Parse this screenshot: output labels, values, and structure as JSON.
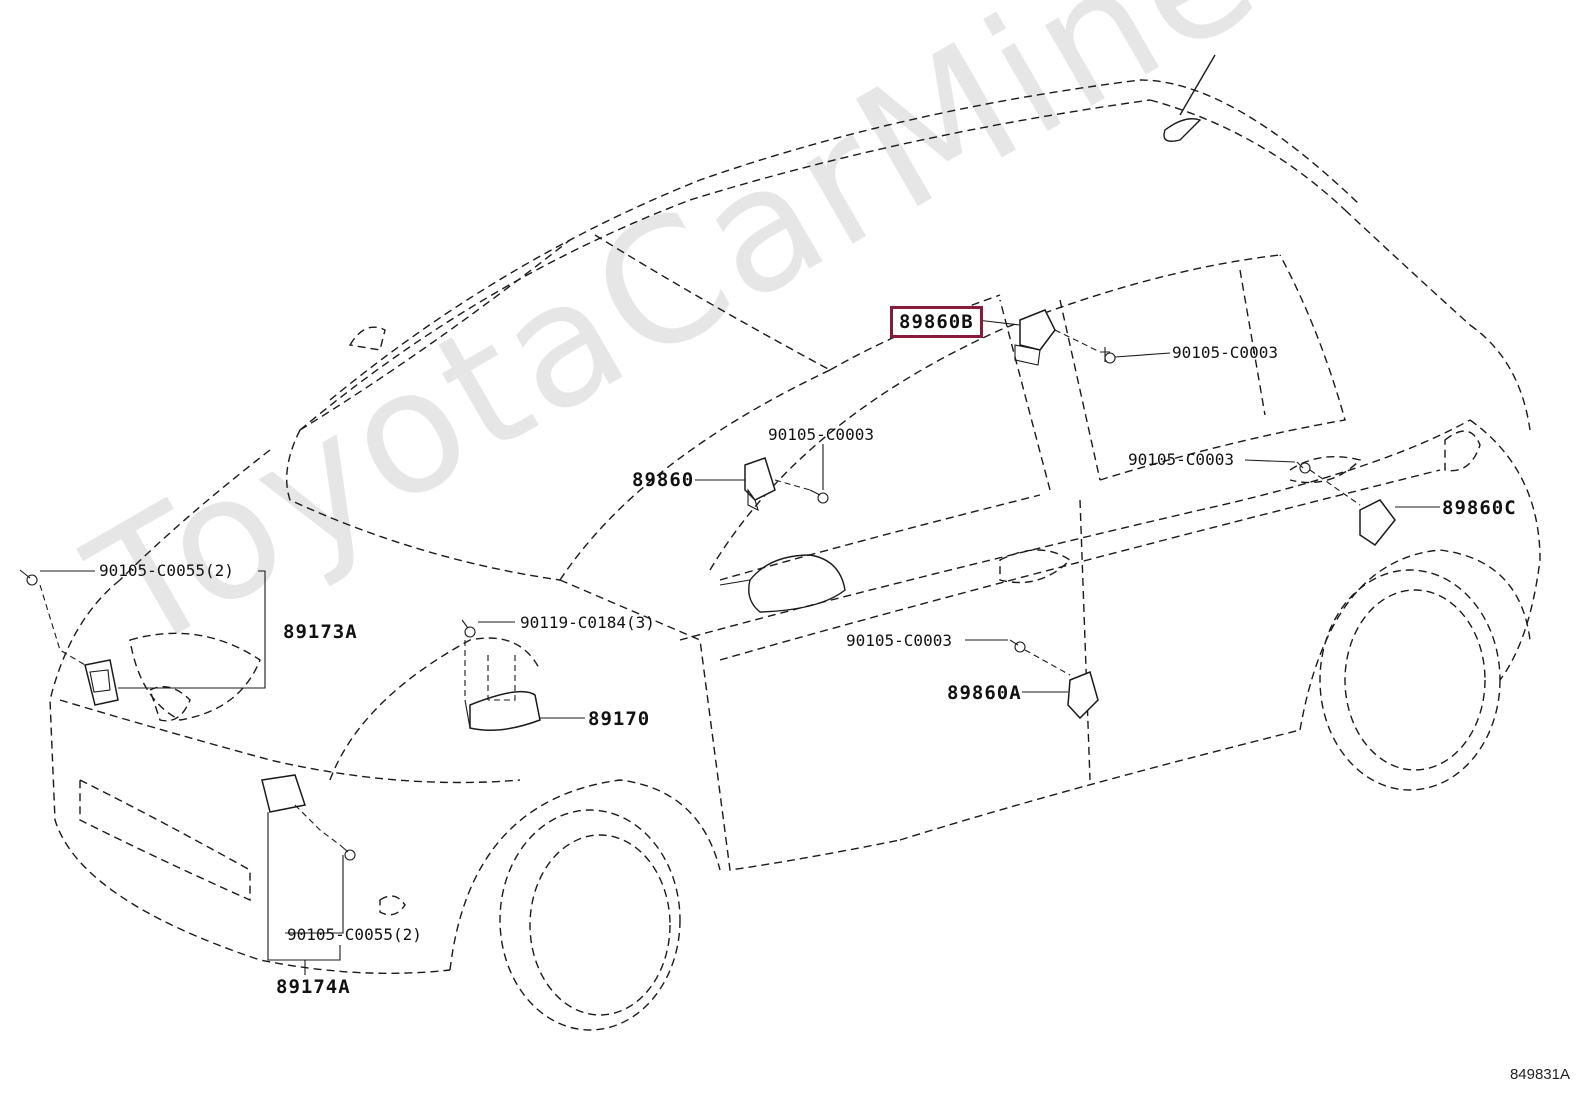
{
  "watermark": "ToyotaCarMine.ru",
  "figure_number": "849831A",
  "callouts": {
    "c_89860B": "89860B",
    "c_90105_C0003_a": "90105-C0003",
    "c_90105_C0003_b": "90105-C0003",
    "c_89860": "89860",
    "c_90105_C0003_c": "90105-C0003",
    "c_89860C": "89860C",
    "c_90105_C0055_a": "90105-C0055(2)",
    "c_89173A": "89173A",
    "c_90119_C0184": "90119-C0184(3)",
    "c_90105_C0003_d": "90105-C0003",
    "c_89170": "89170",
    "c_89860A": "89860A",
    "c_90105_C0055_b": "90105-C0055(2)",
    "c_89174A": "89174A"
  },
  "highlighted_part": "89860B",
  "accent_color": "#8b1a3a"
}
